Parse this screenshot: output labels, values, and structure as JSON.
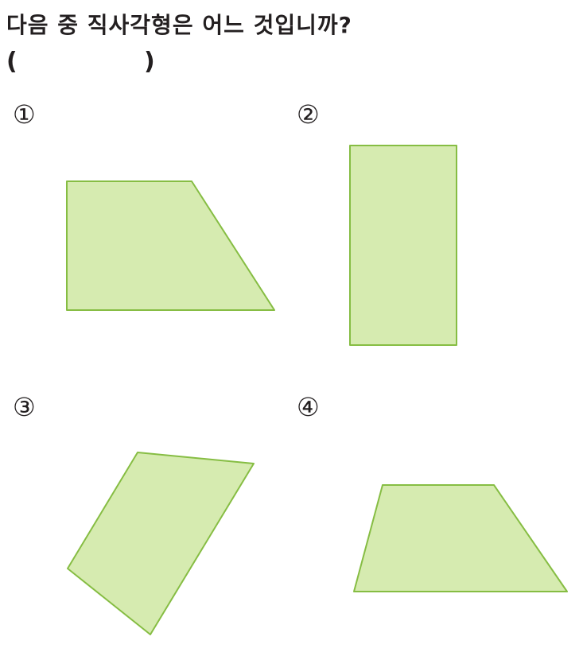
{
  "question": {
    "text": "다음 중 직사각형은 어느 것입니까?",
    "paren_open": "(",
    "paren_close": ")"
  },
  "choices": [
    {
      "number": "①",
      "shape": "trapezoid"
    },
    {
      "number": "②",
      "shape": "rectangle"
    },
    {
      "number": "③",
      "shape": "quadrilateral"
    },
    {
      "number": "④",
      "shape": "trapezoid"
    }
  ],
  "colors": {
    "shape_fill": "#d6ebb0",
    "shape_stroke": "#86bd43",
    "text": "#231f20"
  }
}
